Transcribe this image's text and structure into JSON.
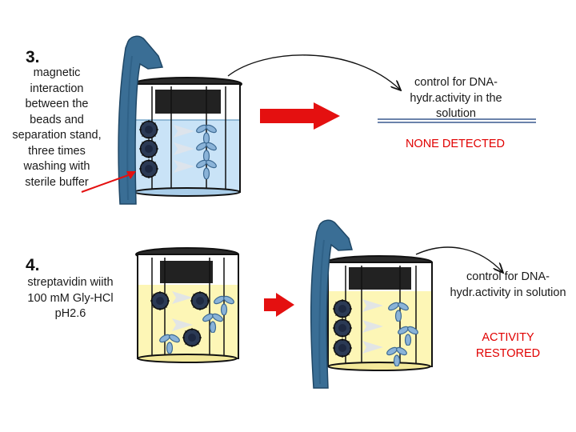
{
  "step3": {
    "number": "3.",
    "description": "magnetic interaction between the beads and separation stand, three times washing with sterile buffer",
    "control_label": "control for DNA-hydr.activity in the solution",
    "result": "NONE DETECTED"
  },
  "step4": {
    "number": "4.",
    "description": "streptavidin wiith 100 mM Gly-HCl pH2.6",
    "control_label": "control for DNA-hydr.activity in solution",
    "result": "ACTIVITY RESTORED"
  },
  "colors": {
    "result_text": "#e10000",
    "arrow": "#e41010",
    "magnet": "#3a6e95",
    "solution_step3": "#c9e3f7",
    "solution_step4": "#fdf6b6",
    "bead": "#2b3a55",
    "protein": "#8ab3d8",
    "underline": "#3a5a8f"
  },
  "icons": [
    "magnet-stand-icon",
    "beaker-icon",
    "bead-icon",
    "protein-icon",
    "arrow-icon"
  ]
}
